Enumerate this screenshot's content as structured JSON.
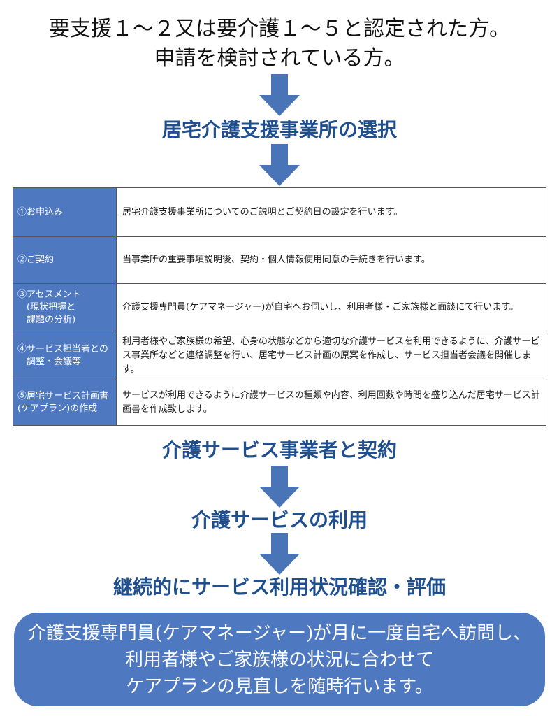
{
  "header": {
    "line1": "要支援１～２又は要介護１～５と認定された方。",
    "line2": "申請を検討されている方。"
  },
  "steps": {
    "select_office": "居宅介護支援事業所の選択",
    "contract_provider": "介護サービス事業者と契約",
    "use_service": "介護サービスの利用",
    "review": "継続的にサービス利用状況確認・評価"
  },
  "table": {
    "rows": [
      {
        "label": "①お申込み",
        "desc": "居宅介護支援事業所についてのご説明とご契約日の設定を行います。"
      },
      {
        "label": "②ご契約",
        "desc": "当事業所の重要事項説明後、契約・個人情報使用同意の手続きを行います。"
      },
      {
        "label": "③アセスメント\n　(現状把握と\n　課題の分析)",
        "desc": "介護支援専門員(ケアマネージャー)が自宅へお伺いし、利用者様・ご家族様と面談にて行います。"
      },
      {
        "label": "④サービス担当者との\n　調整・会議等",
        "desc": "利用者様やご家族様の希望、心身の状態などから適切な介護サービスを利用できるように、介護サービス事業所などと連絡調整を行い、居宅サービス計画の原案を作成し、サービス担当者会議を開催します。"
      },
      {
        "label": "⑤居宅サービス計画書\n(ケアプラン)の作成",
        "desc": "サービスが利用できるように介護サービスの種類や内容、利用回数や時間を盛り込んだ居宅サービス計画書を作成致します。"
      }
    ]
  },
  "bottom_box": {
    "line1": "介護支援専門員(ケアマネージャー)が月に一度自宅へ訪問し、",
    "line2": "利用者様やご家族様の状況に合わせて",
    "line3": "ケアプランの見直しを随時行います。"
  },
  "colors": {
    "accent_blue": "#4e79c0",
    "title_blue": "#1f4f8f",
    "arrow_blue": "#4a74b8"
  },
  "icons": {
    "arrow": "down-arrow-icon"
  }
}
